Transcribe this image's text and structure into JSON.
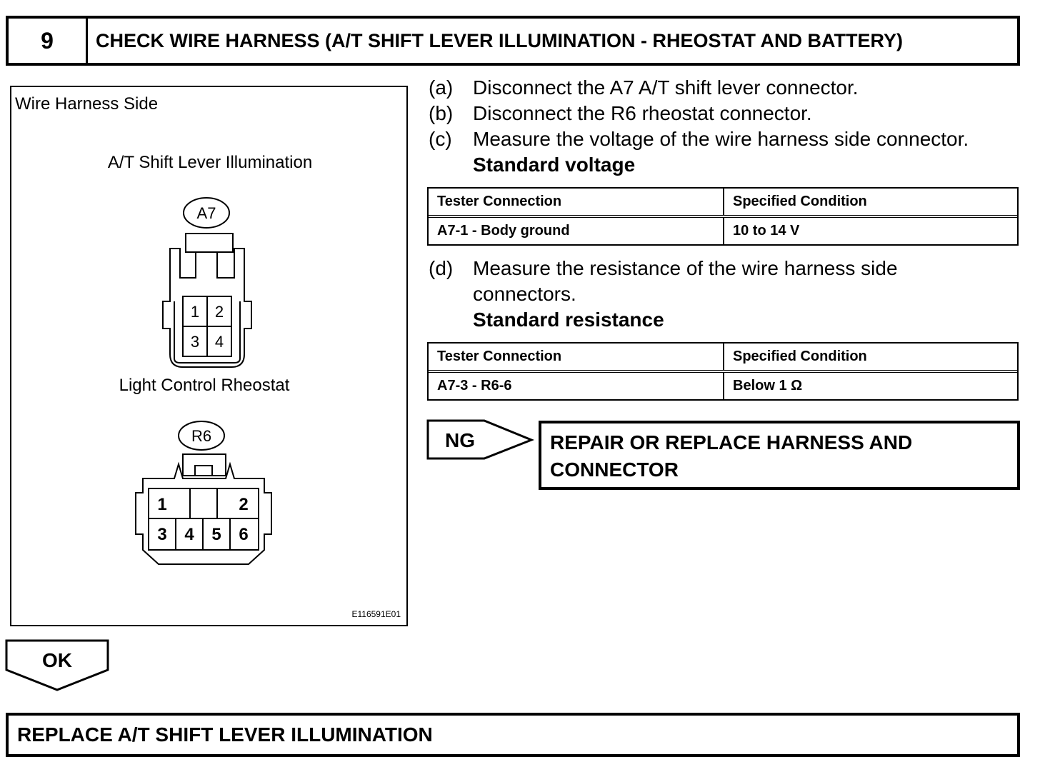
{
  "header": {
    "step_number": "9",
    "title": "CHECK WIRE HARNESS (A/T SHIFT LEVER ILLUMINATION - RHEOSTAT AND BATTERY)"
  },
  "figure": {
    "side_label": "Wire Harness Side",
    "connector_a": {
      "name": "A/T Shift Lever Illumination",
      "code": "A7",
      "pins": [
        "1",
        "2",
        "3",
        "4"
      ]
    },
    "connector_b": {
      "name": "Light Control Rheostat",
      "code": "R6",
      "pins": [
        "1",
        "2",
        "3",
        "4",
        "5",
        "6"
      ]
    },
    "figure_id": "E116591E01"
  },
  "steps": [
    {
      "letter": "(a)",
      "text": "Disconnect the A7 A/T shift lever connector."
    },
    {
      "letter": "(b)",
      "text": "Disconnect the R6 rheostat connector."
    },
    {
      "letter": "(c)",
      "text": "Measure the voltage of the wire harness side connector."
    },
    {
      "letter": "(d)",
      "text": "Measure the resistance of the wire harness side",
      "text2": "connectors."
    }
  ],
  "standard_voltage": {
    "label": "Standard voltage",
    "headers": [
      "Tester Connection",
      "Specified Condition"
    ],
    "rows": [
      [
        "A7-1 - Body ground",
        "10 to 14 V"
      ]
    ]
  },
  "standard_resistance": {
    "label": "Standard resistance",
    "headers": [
      "Tester Connection",
      "Specified Condition"
    ],
    "rows": [
      [
        "A7-3 - R6-6",
        "Below 1 Ω"
      ]
    ]
  },
  "ng_branch": {
    "label": "NG",
    "result": "REPAIR OR REPLACE HARNESS AND\nCONNECTOR"
  },
  "ok_branch": {
    "label": "OK",
    "result": "REPLACE A/T SHIFT LEVER ILLUMINATION"
  }
}
